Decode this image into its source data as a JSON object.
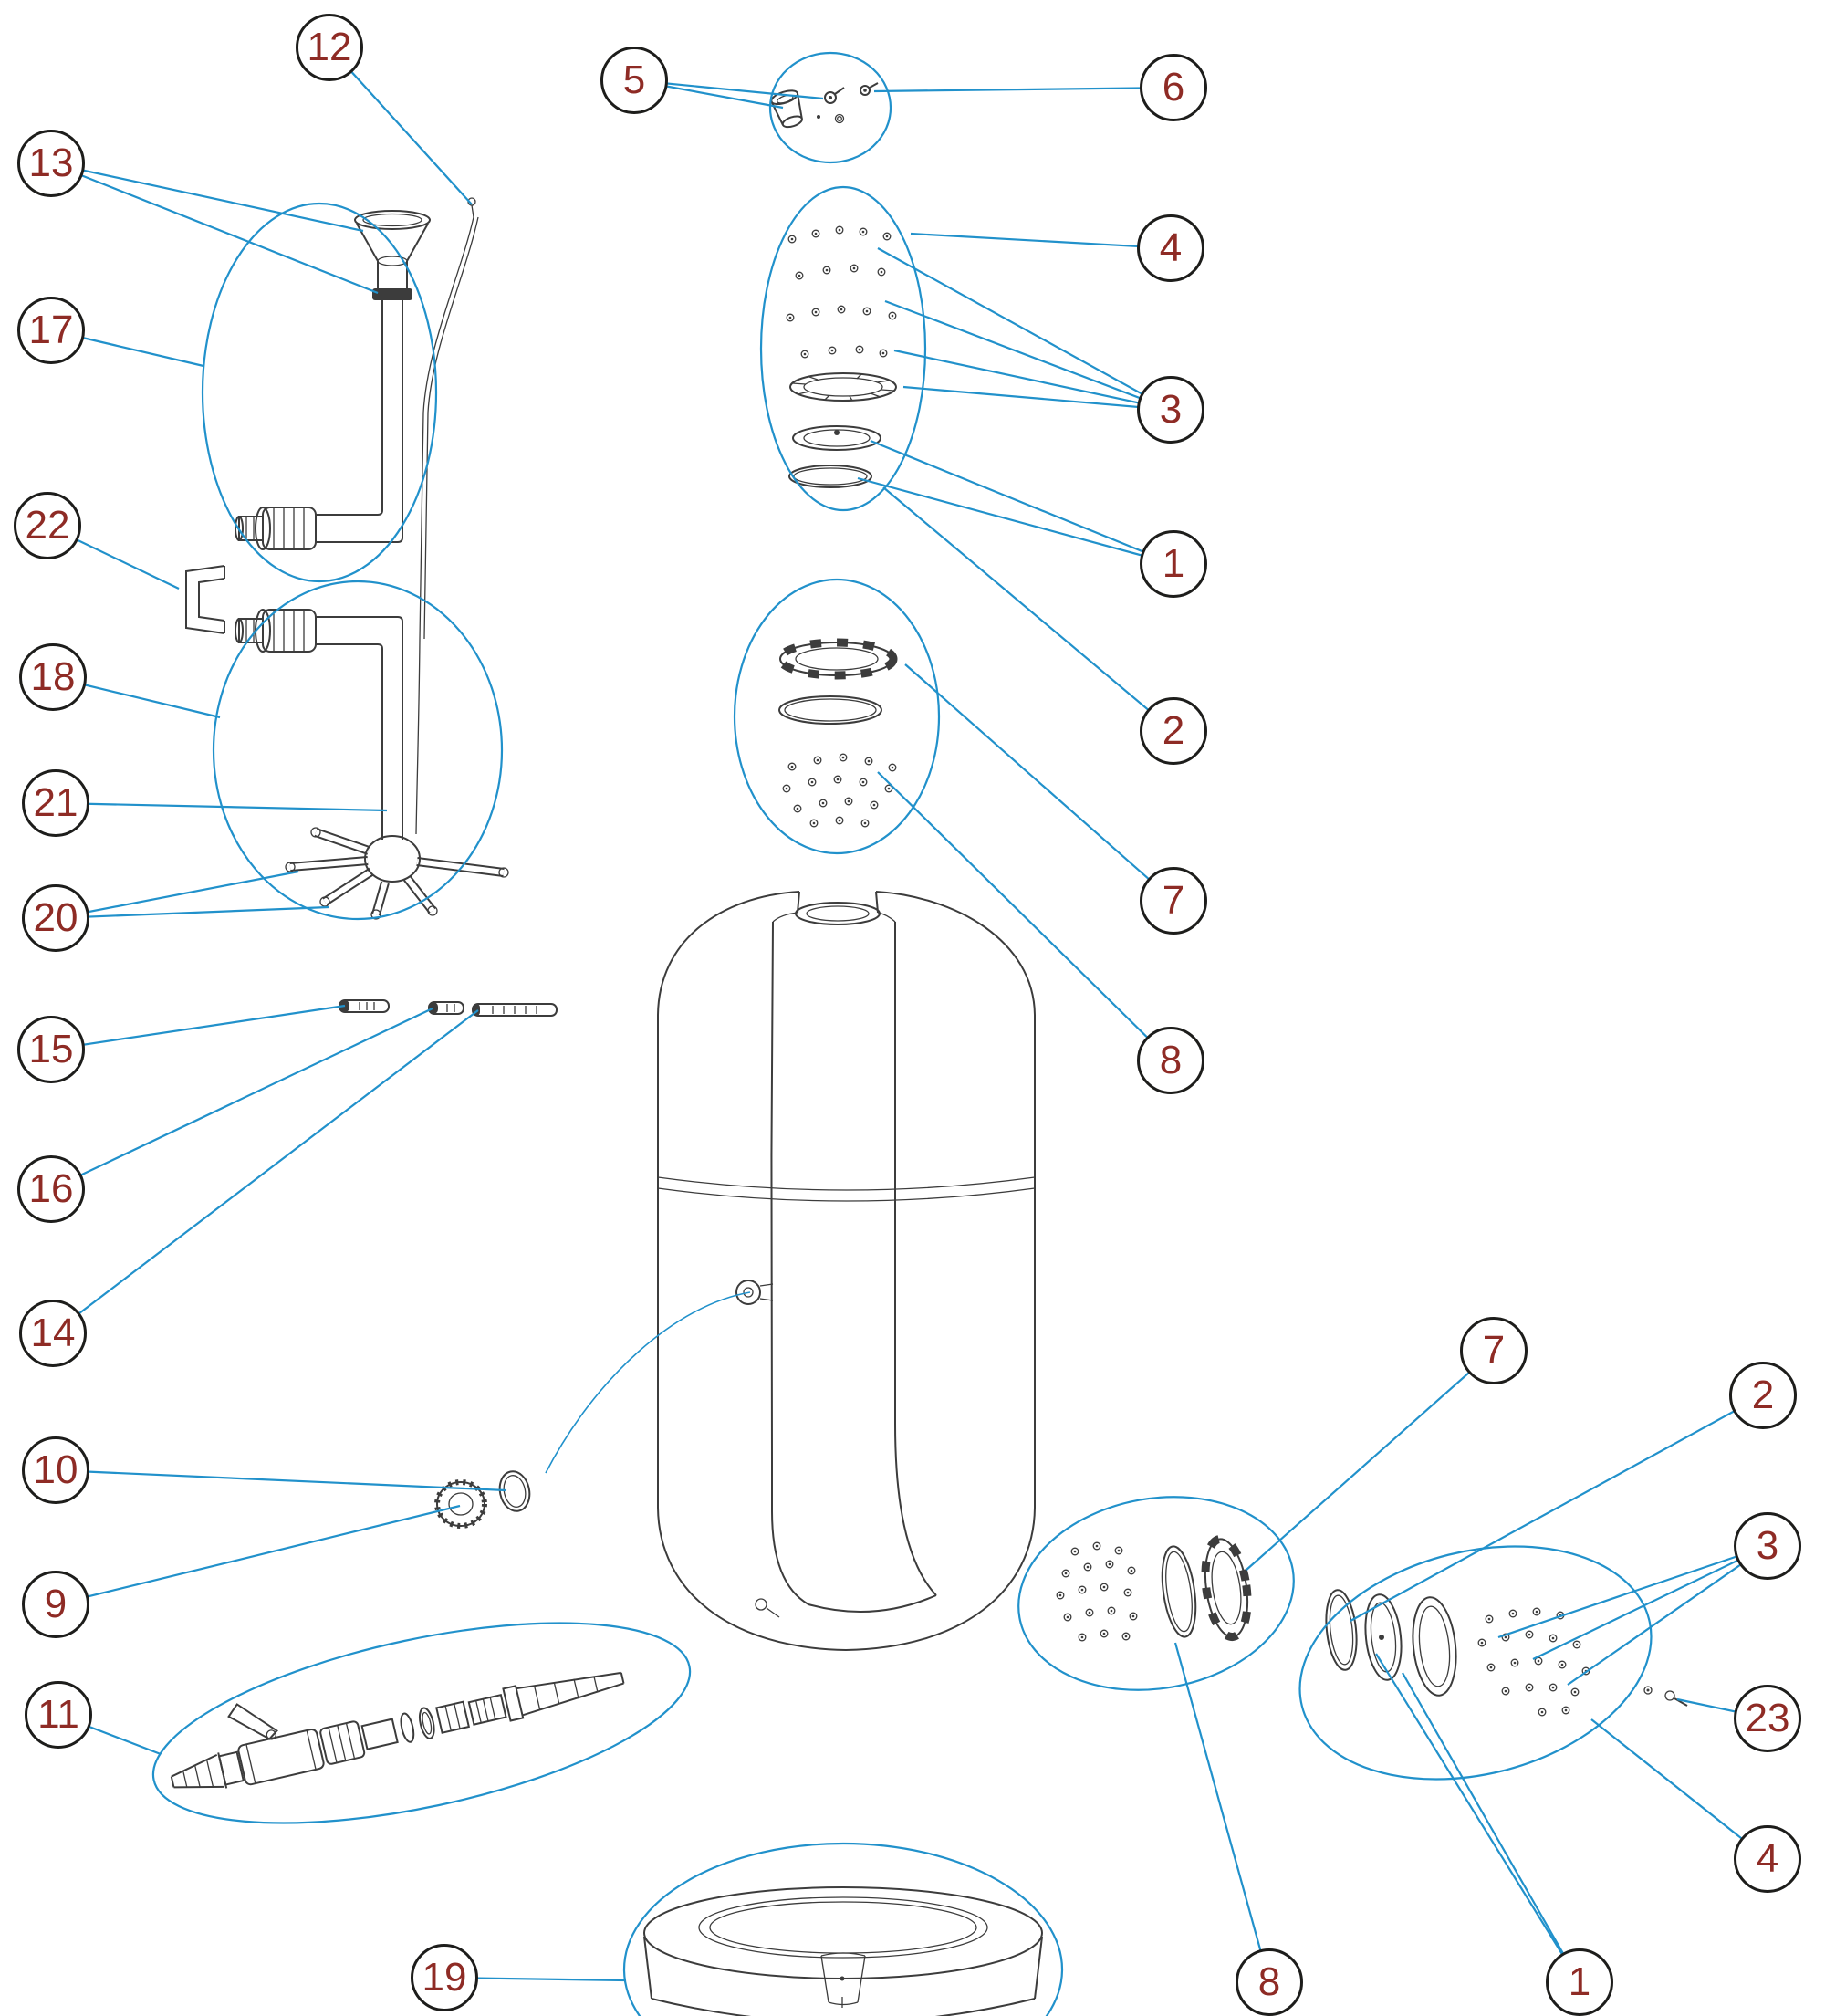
{
  "diagram": {
    "type": "exploded-parts-diagram",
    "background": "#ffffff"
  },
  "colors": {
    "leader_line": "#2191cb",
    "callout_number": "#8e2b25",
    "callout_border": "#1d1d1b",
    "drawing_line": "#3c3c3c"
  },
  "callouts": [
    {
      "label": "12"
    },
    {
      "label": "13"
    },
    {
      "label": "17"
    },
    {
      "label": "22"
    },
    {
      "label": "18"
    },
    {
      "label": "21"
    },
    {
      "label": "20"
    },
    {
      "label": "15"
    },
    {
      "label": "16"
    },
    {
      "label": "14"
    },
    {
      "label": "10"
    },
    {
      "label": "9"
    },
    {
      "label": "11"
    },
    {
      "label": "19"
    },
    {
      "label": "5"
    },
    {
      "label": "6"
    },
    {
      "label": "4"
    },
    {
      "label": "3"
    },
    {
      "label": "1"
    },
    {
      "label": "2"
    },
    {
      "label": "7"
    },
    {
      "label": "8"
    },
    {
      "label": "7"
    },
    {
      "label": "2"
    },
    {
      "label": "3"
    },
    {
      "label": "23"
    },
    {
      "label": "4"
    },
    {
      "label": "8"
    },
    {
      "label": "1"
    }
  ]
}
